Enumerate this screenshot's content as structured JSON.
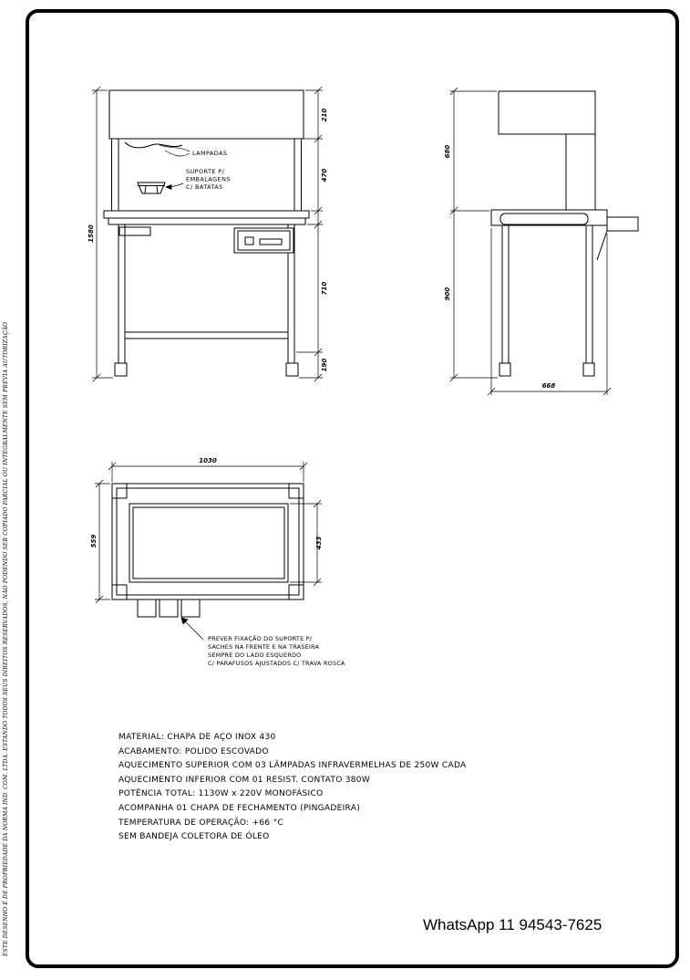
{
  "sheet": {
    "side_note": "ESTE DESENHO É DE PROPRIEDADE DA NORMA IND. COM. LTDA. ESTANDO TODOS SEUS DIREITOS RESERVADOS, NÃO PODENDO SER COPIADO PARCIAL OU INTEGRALMENTE SEM PRÉVIA AUTORIZAÇÃO",
    "contact": "WhatsApp 11 94543-7625"
  },
  "front_view": {
    "label_lampadas": "LAMPADAS",
    "label_suporte": [
      "SUPORTE P/",
      "EMBALAGENS",
      "C/ BATATAS"
    ],
    "dim_210": "210",
    "dim_470": "470",
    "dim_710": "710",
    "dim_190": "190",
    "dim_1580": "1580"
  },
  "side_view": {
    "dim_680": "680",
    "dim_900": "900",
    "dim_668": "668"
  },
  "top_view": {
    "dim_1030": "1030",
    "dim_559": "559",
    "dim_433": "433",
    "note": [
      "PREVER FIXAÇÃO DO SUPORTE P/",
      "SACHES NA FRENTE E NA TRASEIRA",
      "SEMPRE DO LADO ESQUERDO",
      "C/ PARAFUSOS AJUSTADOS C/ TRAVA ROSCA"
    ]
  },
  "specs": [
    "MATERIAL: CHAPA DE AÇO INOX 430",
    "ACABAMENTO: POLIDO ESCOVADO",
    "AQUECIMENTO SUPERIOR COM 03 LÂMPADAS INFRAVERMELHAS DE 250W CADA",
    "AQUECIMENTO INFERIOR COM 01 RESIST. CONTATO 380W",
    "POTÊNCIA TOTAL: 1130W x 220V MONOFÁSICO",
    "ACOMPANHA 01 CHAPA DE FECHAMENTO (PINGADEIRA)",
    "TEMPERATURA DE OPERAÇÃO: +66 °C",
    "SEM BANDEJA COLETORA DE ÓLEO"
  ]
}
